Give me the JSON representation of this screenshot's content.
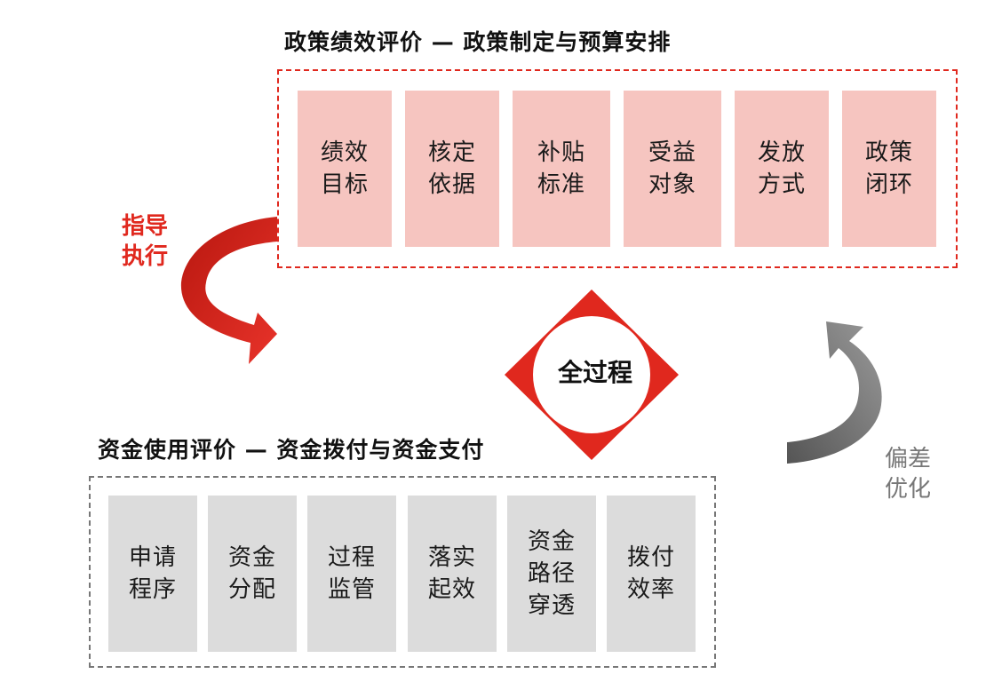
{
  "top": {
    "title": "政策绩效评价 — 政策制定与预算安排",
    "cards": [
      {
        "line1": "绩效",
        "line2": "目标"
      },
      {
        "line1": "核定",
        "line2": "依据"
      },
      {
        "line1": "补贴",
        "line2": "标准"
      },
      {
        "line1": "受益",
        "line2": "对象"
      },
      {
        "line1": "发放",
        "line2": "方式"
      },
      {
        "line1": "政策",
        "line2": "闭环"
      }
    ]
  },
  "bottom": {
    "title": "资金使用评价 — 资金拨付与资金支付",
    "cards": [
      {
        "lines": [
          "申请",
          "程序"
        ]
      },
      {
        "lines": [
          "资金",
          "分配"
        ]
      },
      {
        "lines": [
          "过程",
          "监管"
        ]
      },
      {
        "lines": [
          "落实",
          "起效"
        ]
      },
      {
        "lines": [
          "资金",
          "路径",
          "穿透"
        ]
      },
      {
        "lines": [
          "拨付",
          "效率"
        ]
      }
    ]
  },
  "center": {
    "label": "全过程"
  },
  "left_arrow": {
    "line1": "指导",
    "line2": "执行",
    "color": "#e0281e"
  },
  "right_arrow": {
    "line1": "偏差",
    "line2": "优化",
    "color": "#777777"
  },
  "colors": {
    "accent_red": "#e0281e",
    "pink_card": "#f6c5c0",
    "gray_card": "#dcdcdc"
  }
}
